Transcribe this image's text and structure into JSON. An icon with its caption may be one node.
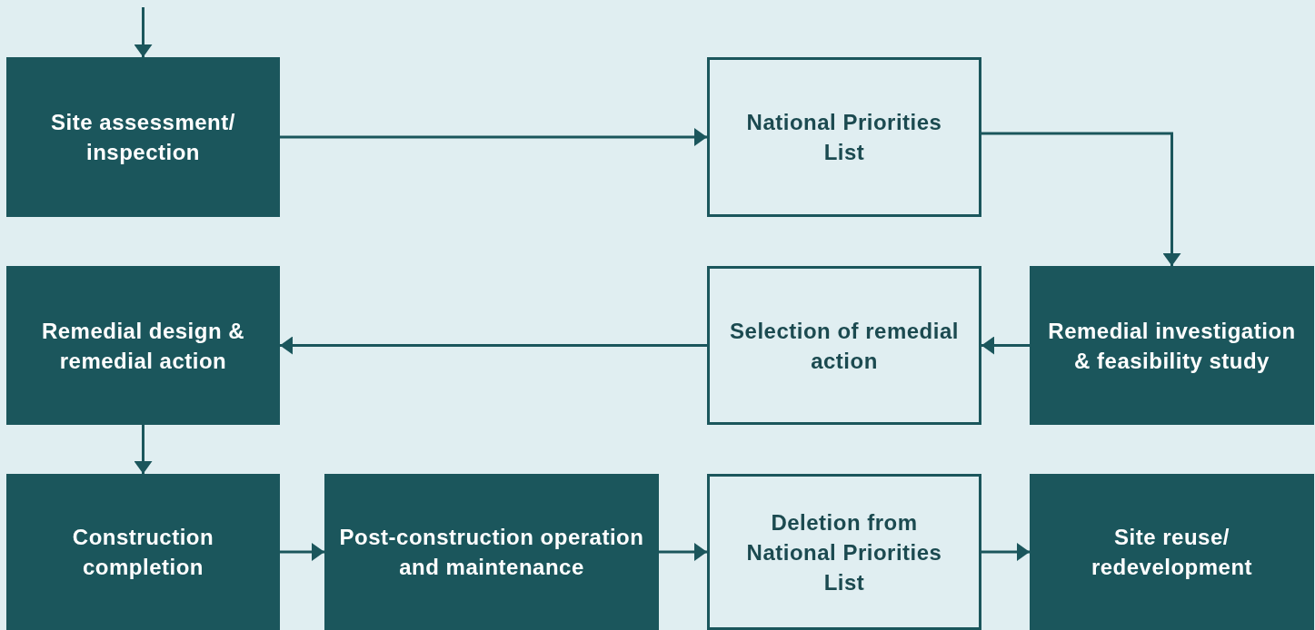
{
  "diagram": {
    "nodes": [
      {
        "text": [
          "Site assessment/ inspection"
        ]
      },
      {
        "text": [
          "National Priorities List"
        ]
      },
      {
        "text": [
          "Remedial investigation & feasibility study"
        ]
      },
      {
        "text": [
          "Selection of remedial action"
        ]
      },
      {
        "text": [
          "Remedial design & remedial action"
        ]
      },
      {
        "text": [
          "Construction completion"
        ]
      },
      {
        "text": [
          "Post-construction operation and maintenance"
        ]
      },
      {
        "text": [
          "Deletion from National Priorities List"
        ]
      },
      {
        "text": [
          "Site reuse/ redevelopment"
        ]
      }
    ],
    "edges": [
      {
        "from": null,
        "to": 0,
        "arrow": "to"
      },
      {
        "from": 0,
        "to": 1,
        "arrow": "to"
      },
      {
        "from": 1,
        "to": 2,
        "arrow": "to"
      },
      {
        "from": 2,
        "to": 3,
        "arrow": "to"
      },
      {
        "from": 3,
        "to": 4,
        "arrow": "to"
      },
      {
        "from": 4,
        "to": 5,
        "arrow": "to"
      },
      {
        "from": 5,
        "to": 6,
        "arrow": "to"
      },
      {
        "from": 6,
        "to": 7,
        "arrow": "to"
      },
      {
        "from": 7,
        "to": 8,
        "arrow": "to"
      }
    ]
  }
}
